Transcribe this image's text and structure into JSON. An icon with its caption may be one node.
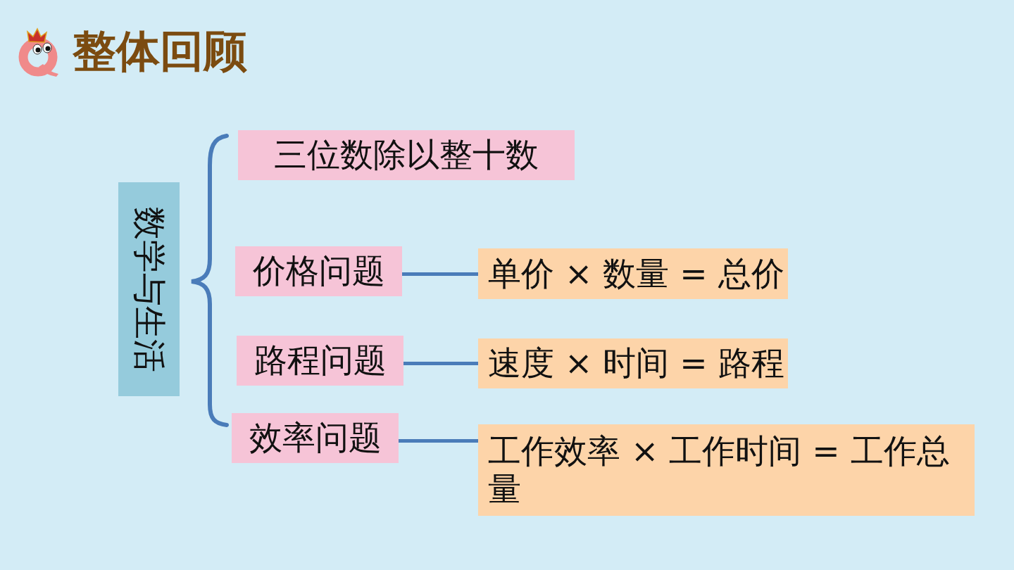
{
  "diagram": {
    "title": "整体回顾",
    "nodes": [
      {
        "text": [
          "数学与生活"
        ]
      },
      {
        "text": [
          "三位数除以整十数"
        ]
      },
      {
        "text": [
          "价格问题"
        ]
      },
      {
        "text": [
          "单价 × 数量 = 总价"
        ]
      },
      {
        "text": [
          "路程问题"
        ]
      },
      {
        "text": [
          "速度 × 时间 = 路程"
        ]
      },
      {
        "text": [
          "效率问题"
        ]
      },
      {
        "text": [
          "工作效率 × 工作时间 = 工作总量"
        ]
      }
    ],
    "edges": [
      {
        "from": 2,
        "to": 3,
        "arrow": "none"
      },
      {
        "from": 4,
        "to": 5,
        "arrow": "none"
      },
      {
        "from": 6,
        "to": 7,
        "arrow": "none"
      }
    ]
  }
}
